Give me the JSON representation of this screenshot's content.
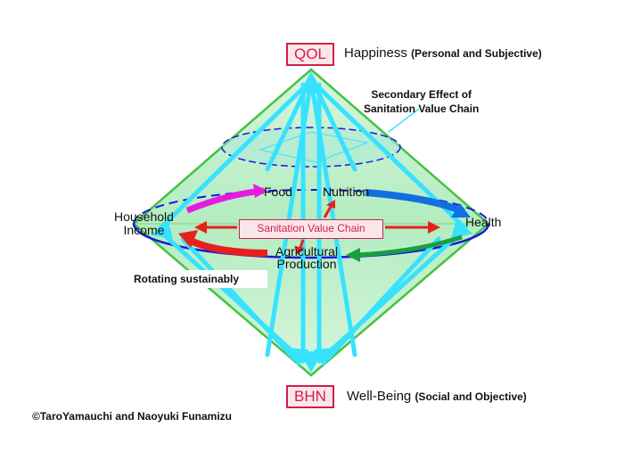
{
  "top_node": {
    "box": "QOL",
    "label": "Happiness",
    "label_detail": "(Personal and Subjective)"
  },
  "bottom_node": {
    "box": "BHN",
    "label": "Well-Being",
    "label_detail": "(Social and Objective)"
  },
  "secondary_effect": "Secondary Effect of\nSanitation Value Chain",
  "center_box": "Sanitation Value Chain",
  "cycle_labels": {
    "food": "Food",
    "nutrition": "Nutrition",
    "household_income": "Household\nIncome",
    "health": "Health",
    "agricultural_production": "Agricultural\nProduction"
  },
  "rotating_note": "Rotating sustainably",
  "copyright": "©TaroYamauchi and  Naoyuki Funamizu",
  "colors": {
    "octahedron_fill": "#bff0c8",
    "octahedron_edge": "#44c244",
    "arrow": "#38e2ff",
    "ring": "#1818e0",
    "red": "#e8201c",
    "magenta": "#e81ae0",
    "green_arrow": "#18a040",
    "blue_arrow": "#1070e0",
    "box_text": "#d0204a"
  }
}
